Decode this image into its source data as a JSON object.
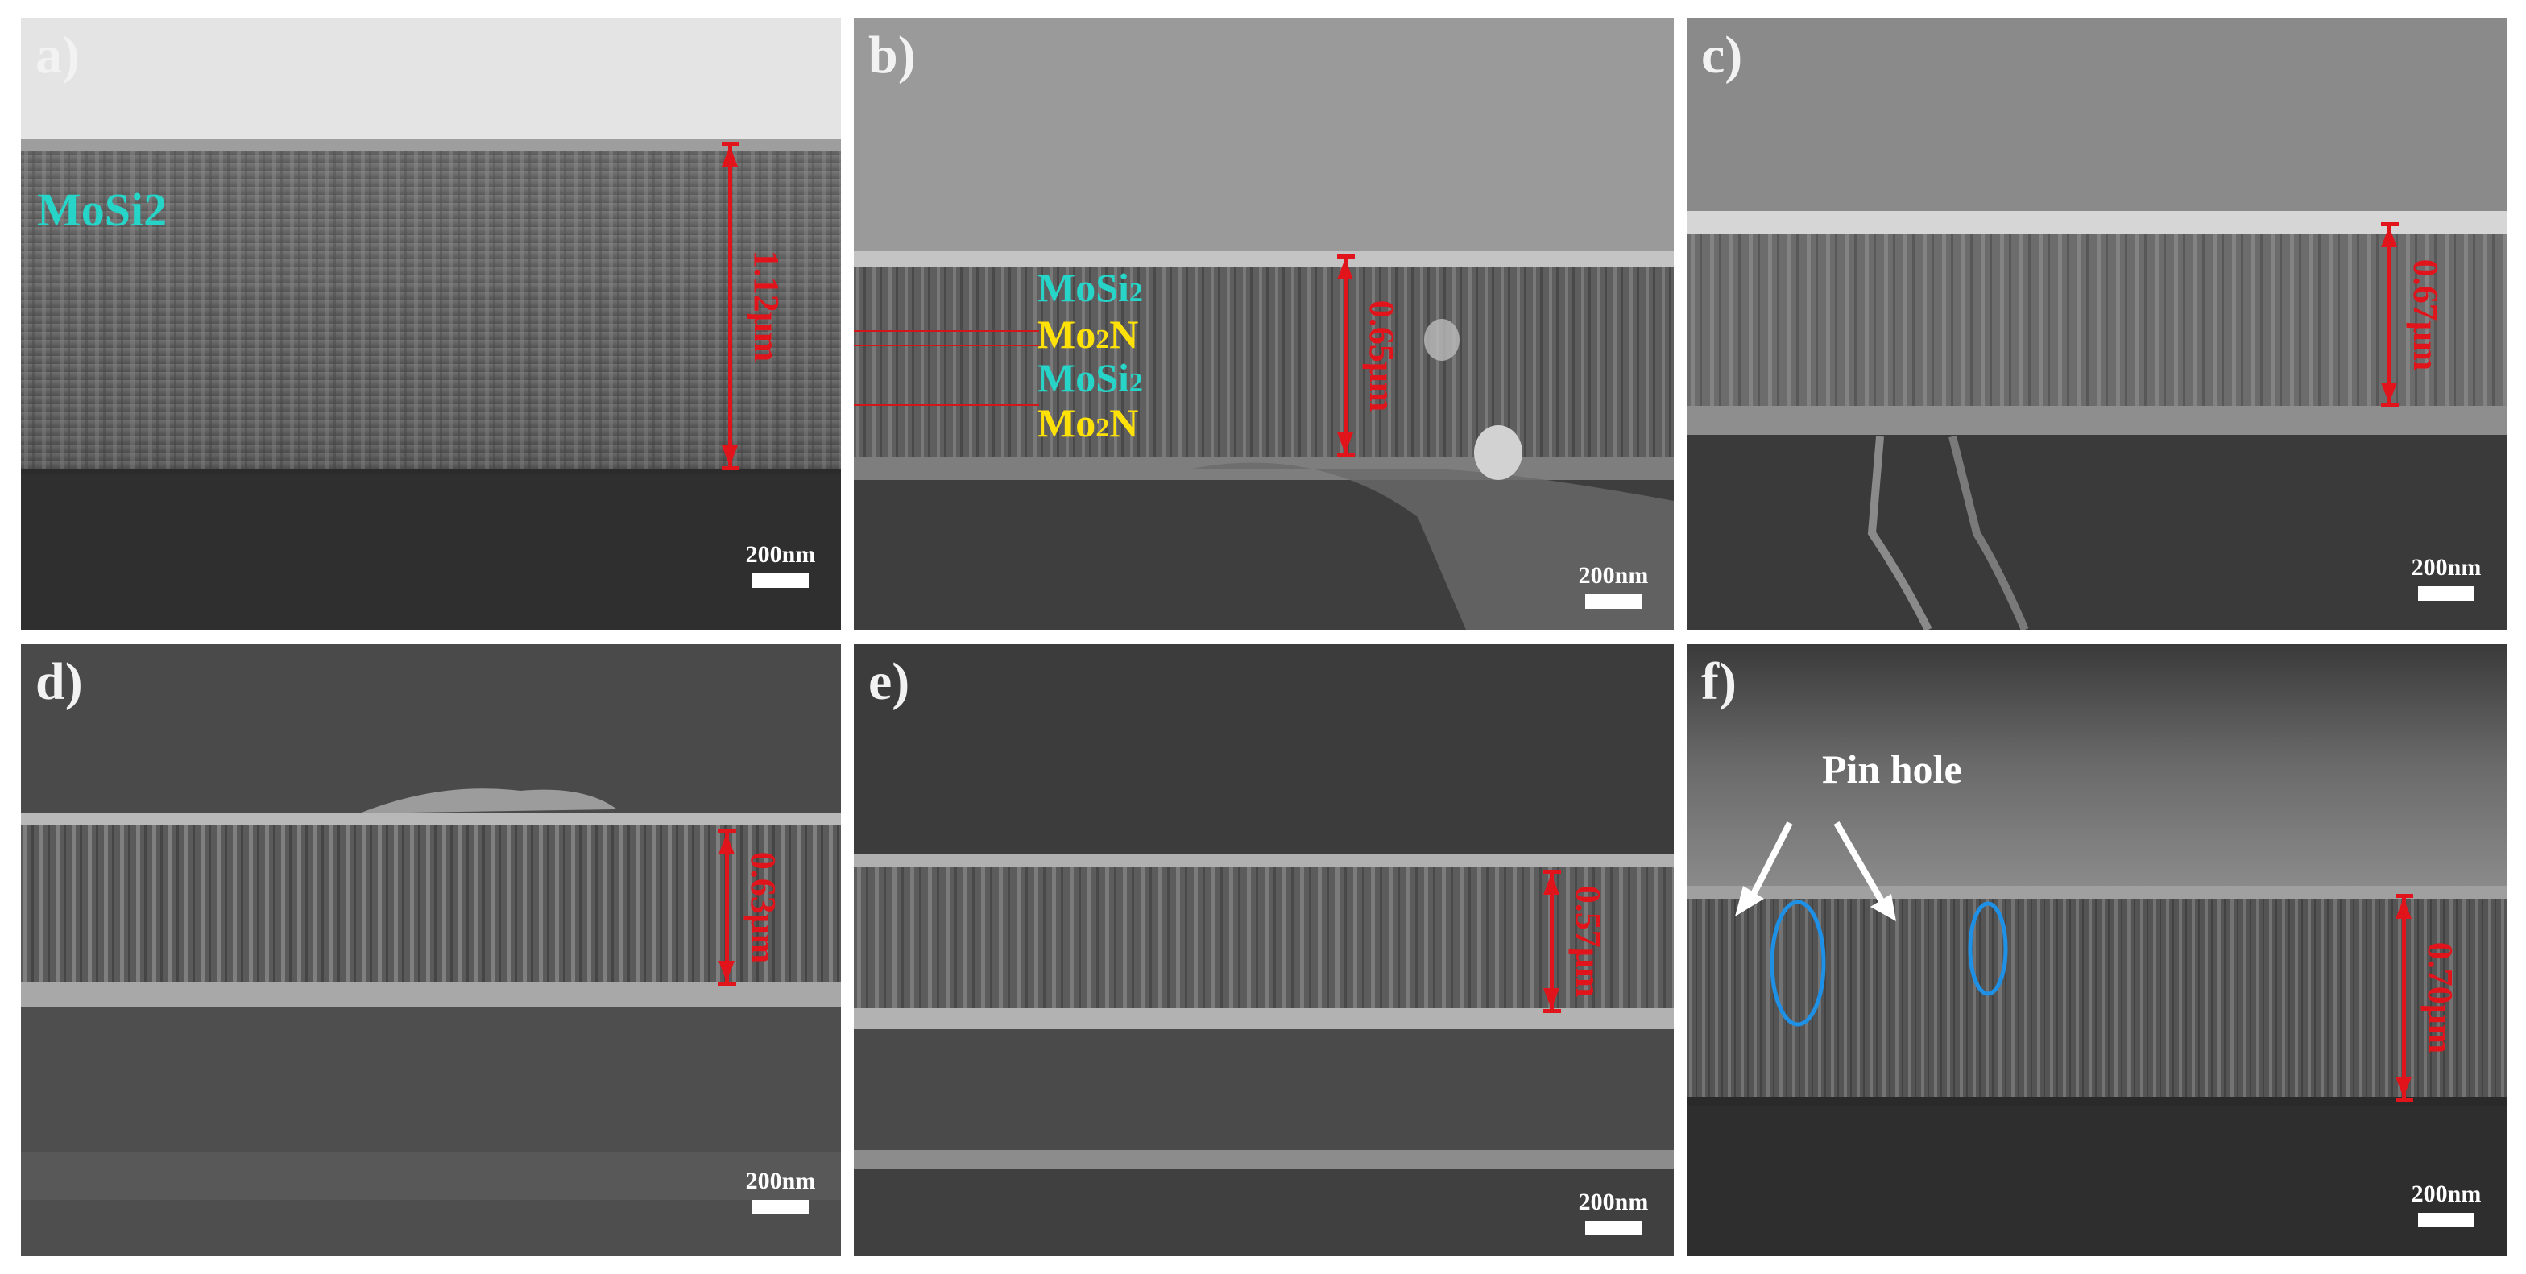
{
  "panels": [
    {
      "label": "a)",
      "scale_bar": "200nm",
      "measurement": "1.12μm",
      "layer_label": "MoSi2"
    },
    {
      "label": "b)",
      "scale_bar": "200nm",
      "measurement": "0.65μm",
      "layers": [
        {
          "base": "MoSi",
          "sub": "2"
        },
        {
          "base": "Mo",
          "sub": "2",
          "tail": "N"
        },
        {
          "base": "MoSi",
          "sub": "2"
        },
        {
          "base": "Mo",
          "sub": "2",
          "tail": "N"
        }
      ]
    },
    {
      "label": "c)",
      "scale_bar": "200nm",
      "measurement": "0.67μm"
    },
    {
      "label": "d)",
      "scale_bar": "200nm",
      "measurement": "0.63μm"
    },
    {
      "label": "e)",
      "scale_bar": "200nm",
      "measurement": "0.57μm"
    },
    {
      "label": "f)",
      "scale_bar": "200nm",
      "measurement": "0.70μm",
      "annotation": "Pin hole"
    }
  ],
  "colors": {
    "measure": "#e0141a",
    "mosi2": "#27d4c8",
    "mo2n": "#ffe10a",
    "pinhole_ellipse": "#1e90e6"
  }
}
